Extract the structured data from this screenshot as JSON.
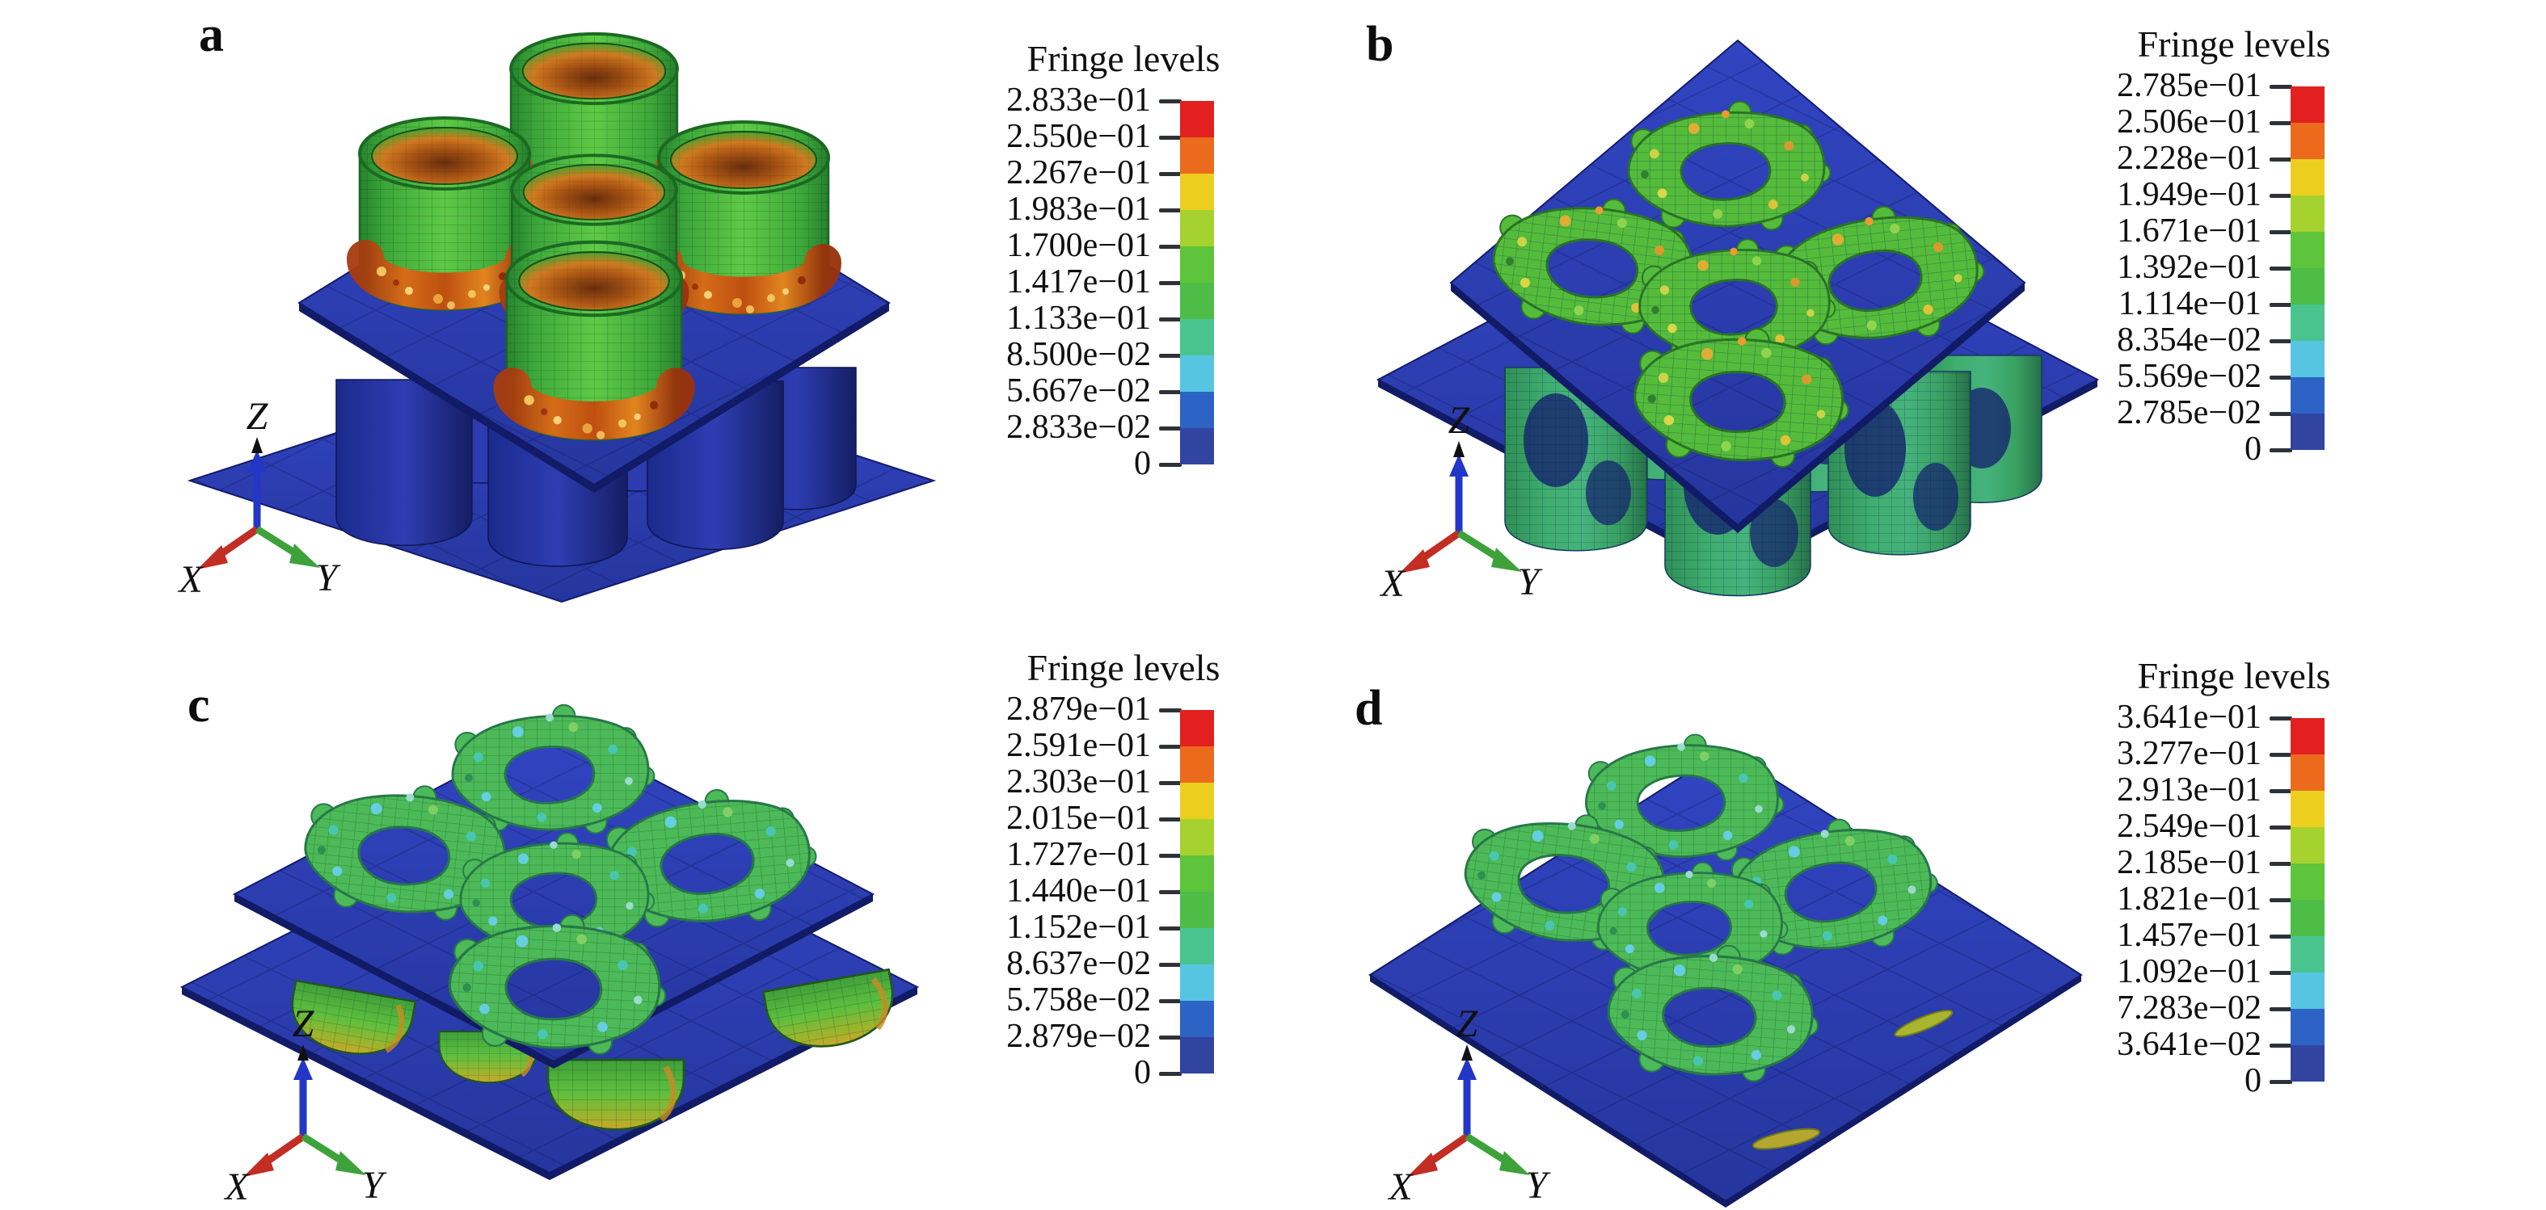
{
  "figure_background": "#ffffff",
  "panels": [
    {
      "label": "a",
      "legend": {
        "title": "Fringe levels",
        "values": [
          "2.833e−01",
          "2.550e−01",
          "2.267e−01",
          "1.983e−01",
          "1.700e−01",
          "1.417e−01",
          "1.133e−01",
          "8.500e−02",
          "5.667e−02",
          "2.833e−02",
          "0"
        ]
      },
      "axes": {
        "x": "X",
        "y": "Y",
        "z": "Z"
      }
    },
    {
      "label": "b",
      "legend": {
        "title": "Fringe levels",
        "values": [
          "2.785e−01",
          "2.506e−01",
          "2.228e−01",
          "1.949e−01",
          "1.671e−01",
          "1.392e−01",
          "1.114e−01",
          "8.354e−02",
          "5.569e−02",
          "2.785e−02",
          "0"
        ]
      },
      "axes": {
        "x": "X",
        "y": "Y",
        "z": "Z"
      }
    },
    {
      "label": "c",
      "legend": {
        "title": "Fringe levels",
        "values": [
          "2.879e−01",
          "2.591e−01",
          "2.303e−01",
          "2.015e−01",
          "1.727e−01",
          "1.440e−01",
          "1.152e−01",
          "8.637e−02",
          "5.758e−02",
          "2.879e−02",
          "0"
        ]
      },
      "axes": {
        "x": "X",
        "y": "Y",
        "z": "Z"
      }
    },
    {
      "label": "d",
      "legend": {
        "title": "Fringe levels",
        "values": [
          "3.641e−01",
          "3.277e−01",
          "2.913e−01",
          "2.549e−01",
          "2.185e−01",
          "1.821e−01",
          "1.457e−01",
          "1.092e−01",
          "7.283e−02",
          "3.641e−02",
          "0"
        ]
      },
      "axes": {
        "x": "X",
        "y": "Y",
        "z": "Z"
      }
    }
  ],
  "colorbar": {
    "colors": [
      "#e2201f",
      "#ec6a1b",
      "#eccf1e",
      "#a6d22f",
      "#5ec43c",
      "#4dbd48",
      "#4ac48f",
      "#55c5e2",
      "#2d63c4",
      "#31449f"
    ],
    "tick_color": "#2e3237"
  }
}
